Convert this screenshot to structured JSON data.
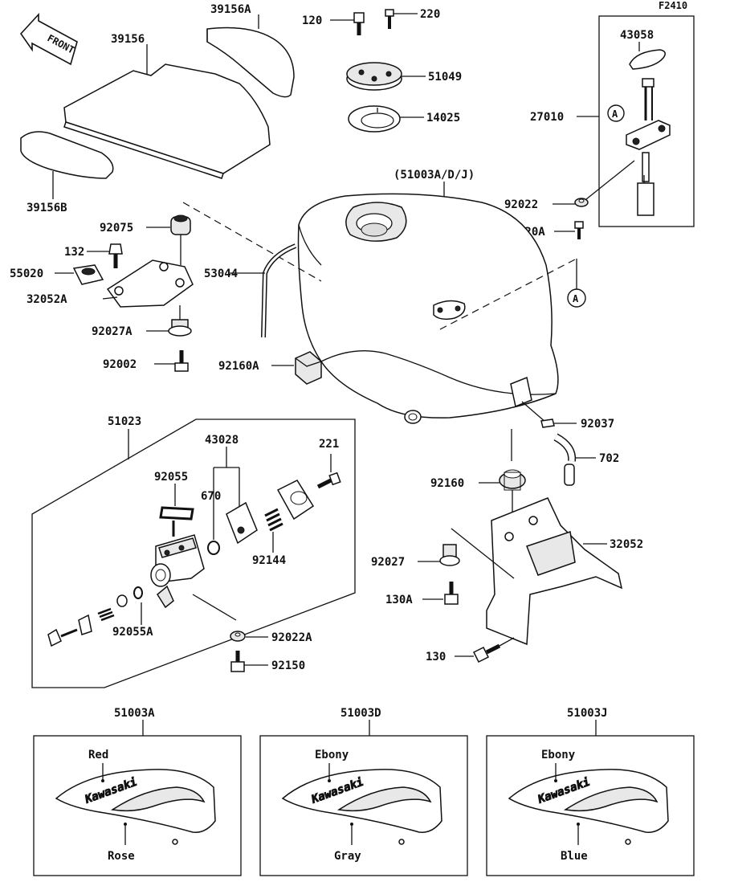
{
  "figure_code": "F2410",
  "front_label": "FRONT",
  "callout_letter": "A",
  "labels": {
    "p39156A": "39156A",
    "p39156": "39156",
    "p39156B": "39156B",
    "p120": "120",
    "p220": "220",
    "p51049": "51049",
    "p14025": "14025",
    "p43058": "43058",
    "p27010": "27010",
    "p92022": "92022",
    "p220A": "220A",
    "p51003ADJ": "(51003A/D/J)",
    "p92075": "92075",
    "p132": "132",
    "p55020": "55020",
    "p32052A": "32052A",
    "p53044": "53044",
    "p92027A": "92027A",
    "p92002": "92002",
    "p92160A": "92160A",
    "p51023": "51023",
    "p43028": "43028",
    "p221": "221",
    "p92055": "92055",
    "p670": "670",
    "p92144": "92144",
    "p92055A": "92055A",
    "p92022A": "92022A",
    "p92150": "92150",
    "p92037": "92037",
    "p702": "702",
    "p92160": "92160",
    "p32052": "32052",
    "p92027": "92027",
    "p130A": "130A",
    "p130": "130"
  },
  "color_variants": [
    {
      "code": "51003A",
      "top_color": "Red",
      "bottom_color": "Rose",
      "brand": "Kawasaki"
    },
    {
      "code": "51003D",
      "top_color": "Ebony",
      "bottom_color": "Gray",
      "brand": "Kawasaki"
    },
    {
      "code": "51003J",
      "top_color": "Ebony",
      "bottom_color": "Blue",
      "brand": "Kawasaki"
    }
  ]
}
